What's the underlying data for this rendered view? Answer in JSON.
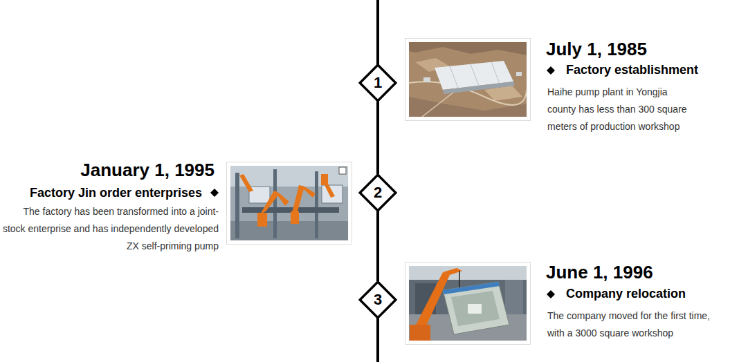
{
  "diagram": {
    "nodes": [
      {
        "text": [
          "1"
        ]
      },
      {
        "text": [
          "2"
        ]
      },
      {
        "text": [
          "3"
        ]
      }
    ],
    "edges": [
      {
        "from": 0,
        "to": 1,
        "arrow": "none"
      },
      {
        "from": 1,
        "to": 2,
        "arrow": "none"
      }
    ],
    "labels": [
      "July 1, 1985",
      "Factory establishment",
      "Haihe pump plant in Yongjia county has less than 300 square meters of production workshop",
      "January 1, 1995",
      "Factory Jin order enterprises",
      "The factory has been transformed into a joint-stock enterprise and has independently developed ZX self-priming pump",
      "June 1, 1996",
      "Company relocation",
      "The company moved for the first time, with a 3000 square workshop"
    ]
  }
}
